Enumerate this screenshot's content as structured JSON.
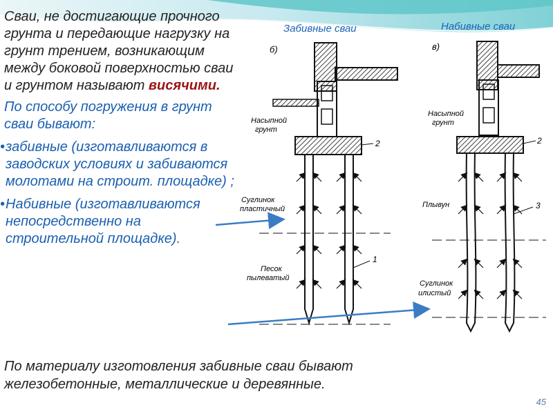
{
  "slide": {
    "para1_text": "Сваи, не достигающие прочного грунта и передающие нагрузку на грунт трением, возникающим между боковой поверхностью сваи и грунтом называют ",
    "para1_bold": "висячими.",
    "para2_text": "По способу погружения в грунт сваи бывают:",
    "bullet1": "забивные (изготавливаются в заводских условиях и забиваются молотами на строит. площадке) ;",
    "bullet2": "Набивные (изготавливаются непосредственно на строительной площадке).",
    "bottom_text": "По материалу изготовления забивные сваи бывают железобетонные, металлические и деревянные.",
    "page_number": "45"
  },
  "labels": {
    "driven": "Забивные сваи",
    "bored": "Набивные сваи"
  },
  "diagram": {
    "left": {
      "letter": "б)",
      "fill_label_1": "Насыпной",
      "fill_label_2": "грунт",
      "num_2": "2",
      "soil1_a": "Суглинок",
      "soil1_b": "пластичный",
      "soil2_a": "Песок",
      "soil2_b": "пылеватый",
      "num_1": "1"
    },
    "right": {
      "letter": "в)",
      "fill_label_1": "Насыпной",
      "fill_label_2": "грунт",
      "num_2": "2",
      "soil1": "Плывун",
      "num_3": "3",
      "soil2_a": "Суглинок",
      "soil2_b": "илистый"
    }
  },
  "colors": {
    "wave_top": "#5fc7c9",
    "wave_light": "#bfe6ee",
    "arrow": "#3b7cc4",
    "accent_text": "#1a5fb0",
    "bold_red": "#9b1414"
  }
}
